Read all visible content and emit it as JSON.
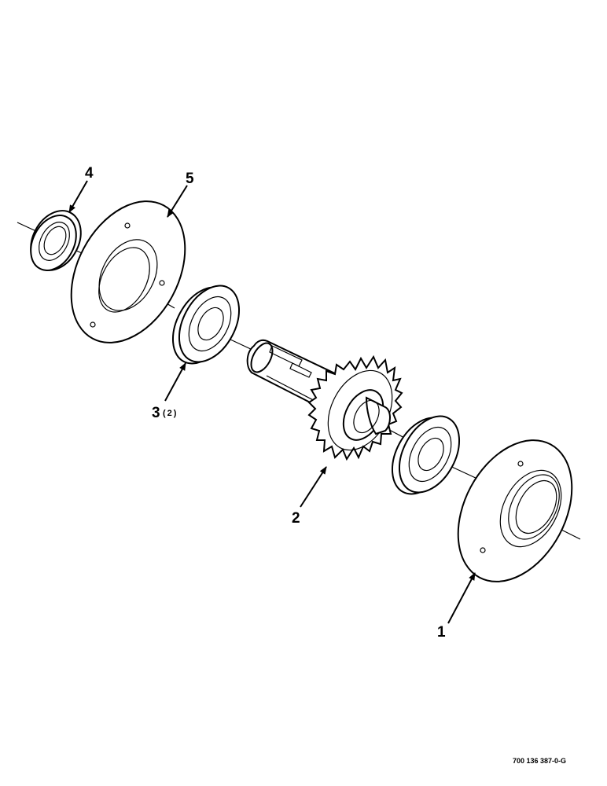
{
  "callouts": {
    "c1": "1",
    "c2": "2",
    "c3": "3",
    "c3_qty": "(2)",
    "c4": "4",
    "c5": "5"
  },
  "figure_ref": "700 136 387-0-G"
}
